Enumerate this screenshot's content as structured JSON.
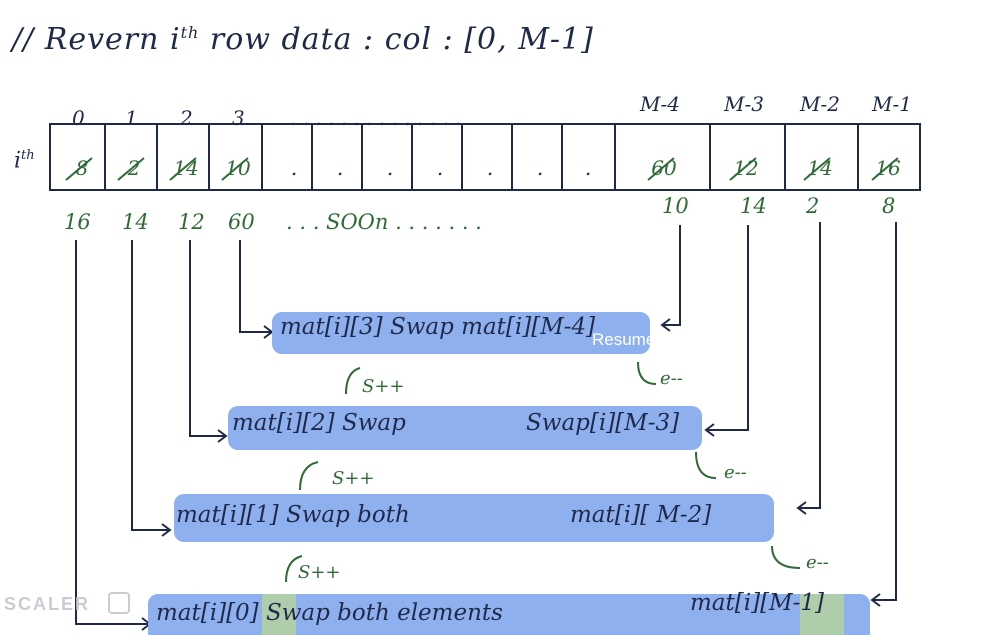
{
  "title": {
    "prefix": "// Revern i",
    "sup": "th",
    "suffix": " row data : col : [0, M-1]"
  },
  "row_label": {
    "base": "i",
    "sup": "th"
  },
  "indices": {
    "left": [
      "0",
      "1",
      "2",
      "3"
    ],
    "dots": ". . . . . . . . . . . . . .",
    "right": [
      "M-4",
      "M-3",
      "M-2",
      "M-1"
    ]
  },
  "cells": [
    "8",
    "2",
    "14",
    "10",
    ".",
    ".",
    ".",
    ".",
    ".",
    ".",
    ".",
    "60",
    "12",
    "14",
    "16"
  ],
  "new_values": {
    "left": [
      "16",
      "14",
      "12",
      "60"
    ],
    "middle": ". . . SOOn . . . . . . .",
    "right": [
      "10",
      "14",
      "2",
      "8"
    ]
  },
  "swaps": [
    {
      "left": "mat[i][3] Swap mat[i][M-4]",
      "right": ""
    },
    {
      "left": "mat[i][2]  Swap",
      "right": "Swap[i][M-3]"
    },
    {
      "left": "mat[i][1]    Swap both",
      "right": "mat[i][ M-2]"
    },
    {
      "left": "mat[i][0]   Swap both elements",
      "right": "mat[i][M-1]"
    }
  ],
  "pointers": {
    "s": "S++",
    "e": "e--"
  },
  "overlay": {
    "resume": "Resume"
  },
  "watermark": {
    "text": "SCALER"
  }
}
